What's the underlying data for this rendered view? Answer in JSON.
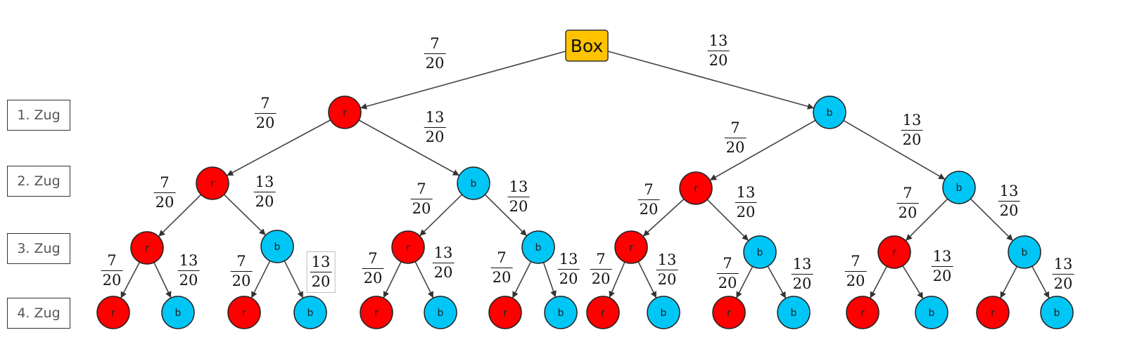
{
  "root": {
    "label": "Box"
  },
  "levels": [
    "1. Zug",
    "2. Zug",
    "3. Zug",
    "4. Zug"
  ],
  "nodes": {
    "red": "r",
    "blue": "b"
  },
  "probabilities": {
    "red": {
      "num": "7",
      "den": "20"
    },
    "blue": {
      "num": "13",
      "den": "20"
    }
  },
  "colors": {
    "red": "#ff0000",
    "blue": "#00c6f6",
    "root": "#ffc300",
    "edge": "#444444"
  }
}
